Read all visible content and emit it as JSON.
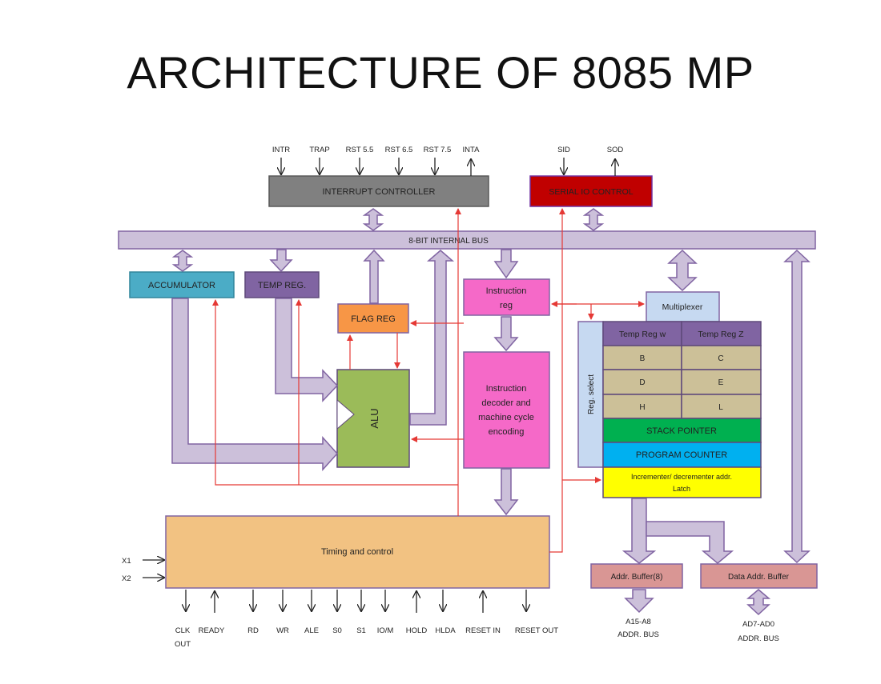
{
  "title": "ARCHITECTURE OF 8085 MP",
  "blocks": {
    "interrupt_controller": "INTERRUPT CONTROLLER",
    "serial_io_control": "SERIAL IO CONTROL",
    "internal_bus": "8-BIT INTERNAL BUS",
    "accumulator": "ACCUMULATOR",
    "temp_reg": "TEMP REG.",
    "flag_reg": "FLAG REG",
    "alu": "ALU",
    "instruction_reg": [
      "Instruction",
      "reg"
    ],
    "instruction_decoder": [
      "Instruction",
      "decoder and",
      "machine cycle",
      "encoding"
    ],
    "multiplexer": "Multiplexer",
    "reg_select": "Reg. select",
    "temp_reg_w": "Temp Reg w",
    "temp_reg_z": "Temp Reg Z",
    "reg_b": "B",
    "reg_c": "C",
    "reg_d": "D",
    "reg_e": "E",
    "reg_h": "H",
    "reg_l": "L",
    "stack_pointer": "STACK POINTER",
    "program_counter": "PROGRAM COUNTER",
    "incrementer": [
      "Incrementer/ decrementer addr.",
      "Latch"
    ],
    "timing_control": "Timing and control",
    "addr_buffer": "Addr. Buffer(8)",
    "data_addr_buffer": "Data Addr. Buffer"
  },
  "interrupt_signals": [
    "INTR",
    "TRAP",
    "RST 5.5",
    "RST 6.5",
    "RST 7.5",
    "INTA"
  ],
  "serial_signals": [
    "SID",
    "SOD"
  ],
  "clock_inputs": [
    "X1",
    "X2"
  ],
  "control_signals": [
    "CLK",
    "READY",
    "RD",
    "WR",
    "ALE",
    "S0",
    "S1",
    "IO/M",
    "HOLD",
    "HLDA",
    "RESET IN",
    "RESET OUT"
  ],
  "clk_out_suffix": "OUT",
  "address_bus": [
    "A15-A8",
    "ADDR. BUS"
  ],
  "data_bus": [
    "AD7-AD0",
    "ADDR. BUS"
  ],
  "colors": {
    "interrupt": "#808080",
    "serial": "#c00000",
    "bus": "#ccc0da",
    "bus_border": "#8064a2",
    "accumulator": "#4bacc6",
    "temp_reg": "#8064a2",
    "flag_reg": "#f79646",
    "alu": "#9bbb59",
    "instruction": "#f569c8",
    "multiplexer": "#c6d9f1",
    "register_pair": "#ccc098",
    "register_header": "#8064a2",
    "stack_pointer": "#00b050",
    "program_counter": "#00b0f0",
    "incrementer": "#ffff00",
    "timing": "#f2c282",
    "buffer": "#d99694",
    "signal_line": "#e53935"
  }
}
